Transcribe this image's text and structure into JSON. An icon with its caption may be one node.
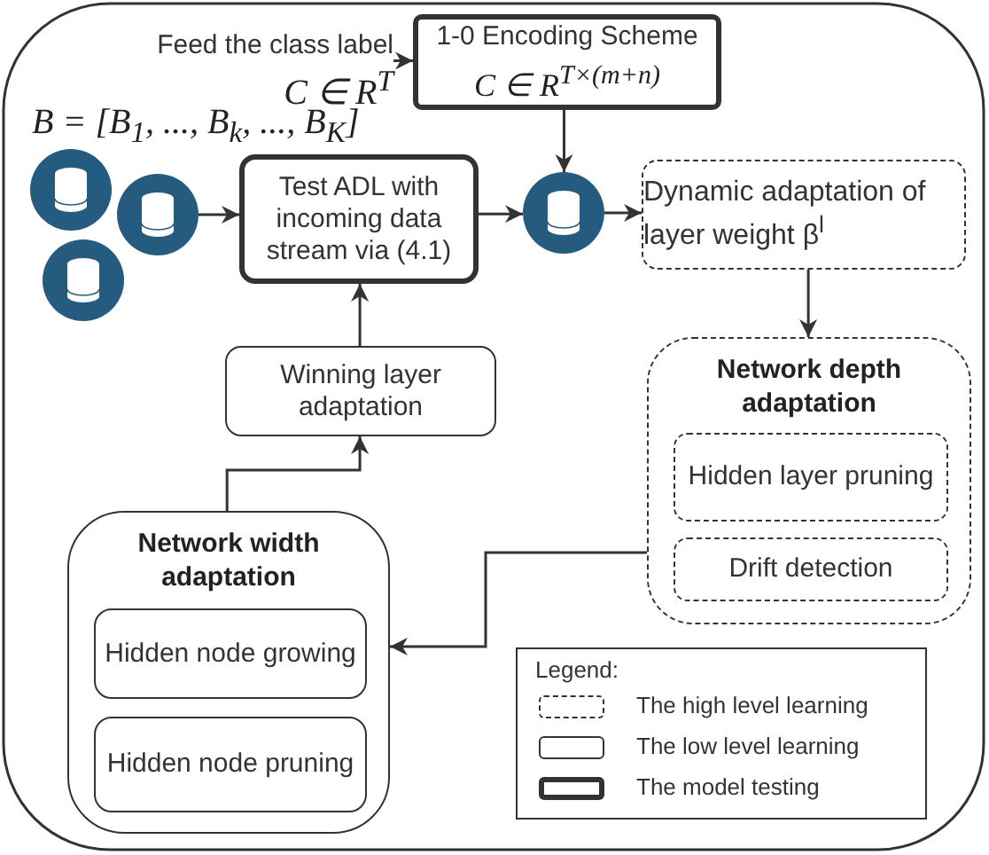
{
  "diagram": {
    "nodes": [
      {
        "text": [
          "Feed the class label",
          "C ∈ R$^{T}$"
        ]
      },
      {
        "text": [
          "1-0 Encoding Scheme",
          "C ∈ R$^{T×(m+n)}$"
        ]
      },
      {
        "text": [],
        "shape": "cylinder"
      },
      {
        "text": [],
        "shape": "cylinder"
      },
      {
        "text": [],
        "shape": "cylinder"
      },
      {
        "text": [
          "Test ADL with incoming data stream via (4.1)"
        ]
      },
      {
        "text": [],
        "shape": "cylinder"
      },
      {
        "text": [
          "Dynamic adaptation of layer weight β$^{l}$"
        ]
      },
      {
        "text": [
          "Network depth adaptation"
        ]
      },
      {
        "text": [
          "Hidden layer pruning"
        ],
        "in": 8
      },
      {
        "text": [
          "Drift detection"
        ],
        "in": 8
      },
      {
        "text": [
          "Winning layer adaptation"
        ]
      },
      {
        "text": [
          "Network width adaptation"
        ]
      },
      {
        "text": [
          "Hidden node growing"
        ],
        "in": 12
      },
      {
        "text": [
          "Hidden node pruning"
        ],
        "in": 12
      }
    ],
    "edges": [
      {
        "from": 0,
        "to": 1,
        "arrow": "to"
      },
      {
        "from": 3,
        "to": 5,
        "arrow": "to"
      },
      {
        "from": 5,
        "to": 6,
        "arrow": "to"
      },
      {
        "from": 1,
        "to": 6,
        "arrow": "to"
      },
      {
        "from": 6,
        "to": 7,
        "arrow": "to"
      },
      {
        "from": 7,
        "to": 8,
        "arrow": "to"
      },
      {
        "from": 8,
        "to": 12,
        "arrow": "to"
      },
      {
        "from": 12,
        "to": 11,
        "arrow": "to"
      },
      {
        "from": 11,
        "to": 5,
        "arrow": "to"
      }
    ],
    "labels": [
      "B = [B$_{1}$, ..., B$_{k}$, ..., B$_{K}$]",
      "Legend:"
    ],
    "legend": [
      {
        "text": "The high level learning"
      },
      {
        "text": "The low level learning"
      },
      {
        "text": "The model testing"
      }
    ]
  }
}
